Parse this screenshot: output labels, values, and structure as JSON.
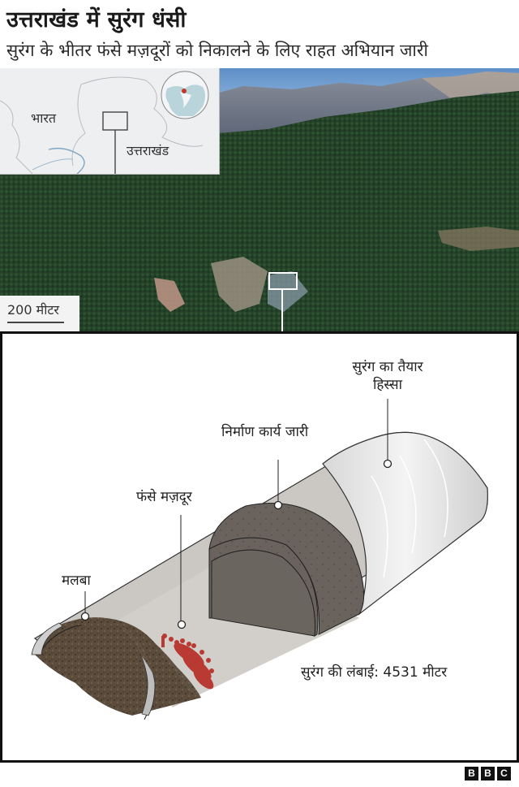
{
  "header": {
    "title": "उत्तराखंड में सुरंग धंसी",
    "subtitle": "सुरंग के भीतर फंसे मज़दूरों को निकालने के लिए राहत अभियान जारी"
  },
  "map_inset": {
    "country_label": "भारत",
    "region_label": "उत्तराखंड",
    "marker_color": "#c0392b"
  },
  "photo": {
    "scale_label": "200 मीटर"
  },
  "diagram": {
    "labels": {
      "finished_section": [
        "सुरंग का तैयार",
        "हिस्सा"
      ],
      "construction": "निर्माण कार्य जारी",
      "trapped_workers": "फंसे मज़दूर",
      "debris": "मलबा"
    },
    "tunnel_length": "सुरंग की लंबाई: 4531 मीटर",
    "colors": {
      "debris": "#5a4a3a",
      "workers": "#b83a32",
      "construction": "#6b6560",
      "finished": "#e8e8e8",
      "floor": "#cfccc8"
    }
  },
  "footer": {
    "logo_letters": [
      "B",
      "B",
      "C"
    ]
  }
}
